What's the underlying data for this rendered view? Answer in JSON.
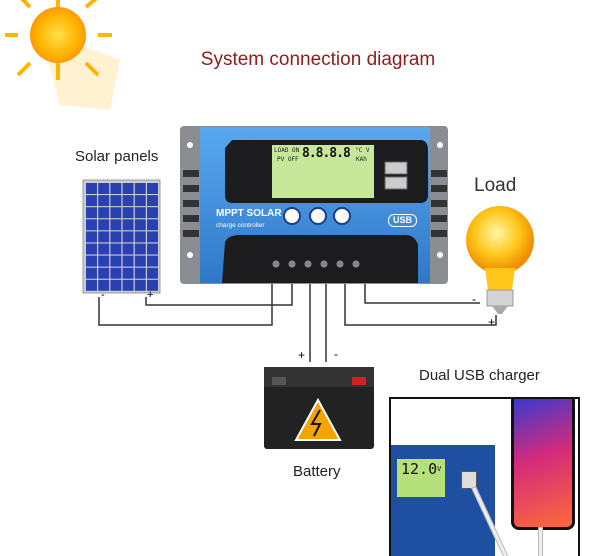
{
  "title": "System connection diagram",
  "labels": {
    "solar_panels": "Solar panels",
    "load": "Load",
    "battery": "Battery",
    "usb_charger": "Dual USB charger"
  },
  "controller": {
    "brand_line1": "MPPT SOLAR",
    "brand_line2": "charge controller",
    "lcd_top_left1": "LOAD ON",
    "lcd_top_left2": "PV OFF",
    "lcd_digits": "8.8.8.8",
    "lcd_units1": "°C V",
    "lcd_units2": "KAh",
    "usb_badge": "USB",
    "body_color": "#3f8fdc"
  },
  "inset": {
    "lcd_reading": "12.0",
    "lcd_unit": "V"
  },
  "polarity": {
    "panel_minus": "-",
    "panel_plus": "+",
    "battery_plus": "+",
    "battery_minus": "-",
    "load_minus": "-",
    "load_plus": "+"
  }
}
